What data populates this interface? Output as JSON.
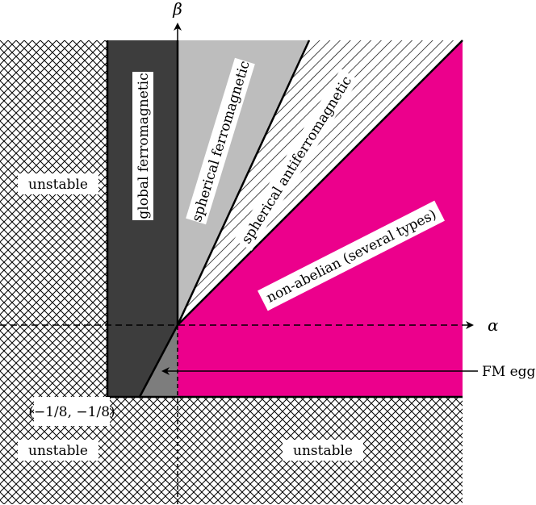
{
  "axes": {
    "x_label": "α",
    "y_label": "β"
  },
  "regions": {
    "unstable_left": "unstable",
    "unstable_bottom_left": "unstable",
    "unstable_bottom_right": "unstable",
    "global_ferromagnetic": "global ferromagnetic",
    "spherical_ferromagnetic": "spherical ferromagnetic",
    "spherical_antiferromagnetic": "spherical antiferromagnetic",
    "non_abelian": "non-abelian (several types)"
  },
  "annotations": {
    "fm_egg": "FM egg",
    "corner_point": "(−1/8, −1/8)"
  },
  "colors": {
    "global_ferromagnetic": "#3d3d3d",
    "spherical_ferromagnetic": "#bdbdbd",
    "fm_egg": "#7d7d7d",
    "non_abelian": "#ec008c"
  }
}
